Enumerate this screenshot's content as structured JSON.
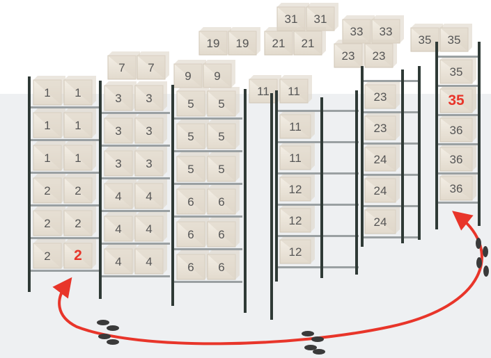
{
  "front_row": {
    "bays": [
      {
        "labels": [
          "1",
          "1",
          "1",
          "2",
          "2",
          "2"
        ]
      },
      {
        "labels": [
          "3",
          "3",
          "3",
          "4",
          "4",
          "4"
        ]
      },
      {
        "labels": [
          "5",
          "5",
          "5",
          "6",
          "6",
          "6"
        ]
      }
    ],
    "bay_right_labels": [
      [
        "1",
        "1",
        "1",
        "2",
        "2",
        "2"
      ],
      [
        "3",
        "3",
        "3",
        "4",
        "4",
        "4"
      ],
      [
        "5",
        "5",
        "5",
        "6",
        "6",
        "6"
      ]
    ],
    "highlight": {
      "bay": 0,
      "col": 1,
      "level": 5,
      "label": "2"
    }
  },
  "second_row": {
    "top_labels": [
      "7",
      "7",
      "9",
      "9",
      "11",
      "11"
    ],
    "side_labels": [
      "11",
      "11",
      "12",
      "12",
      "12"
    ]
  },
  "third_row": {
    "top_labels": [
      "19",
      "19",
      "21",
      "21",
      "23",
      "23"
    ],
    "side_labels": [
      "23",
      "23",
      "24",
      "24",
      "24"
    ]
  },
  "back_row": {
    "top_labels": [
      "31",
      "31",
      "33",
      "33",
      "35",
      "35"
    ],
    "side_labels": [
      "35",
      "35",
      "36",
      "36",
      "36"
    ],
    "highlight_label": "35"
  },
  "colors": {
    "box": "#ece6da",
    "box_side": "#d8d0c2",
    "rack": "#2f3a36",
    "floor": "#ecedef",
    "path": "#e8352a",
    "highlight_text": "#e8352a"
  },
  "icons": [
    "footprints-icon",
    "route-arrow-icon"
  ]
}
